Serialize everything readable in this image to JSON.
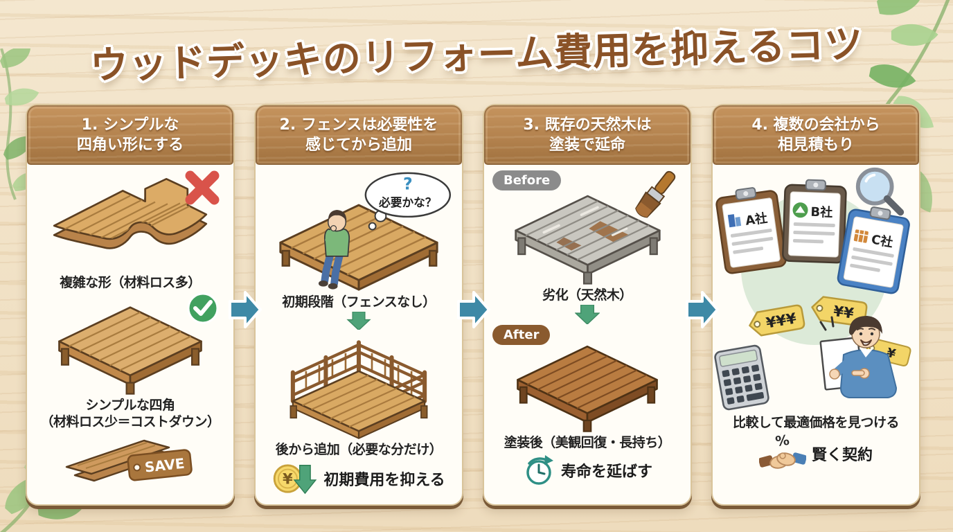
{
  "title": "ウッドデッキのリフォーム費用を抑えるコツ",
  "colors": {
    "background_wood": "#f1e3c8",
    "panel_bg": "#fffdf7",
    "header_wood": "#b3824e",
    "title_brown": "#8a5227",
    "teal_arrow": "#3e89a6",
    "green_accent": "#4fa379",
    "red_x": "#d9534a",
    "green_check": "#41a15f",
    "before_gray": "#8b8b8b",
    "after_brown": "#8a5a2e",
    "tag_yellow": "#f3d567",
    "coin_yellow": "#f7d96b"
  },
  "icons": {
    "x_mark": "×",
    "check_mark": "✓",
    "question_mark": "?",
    "yen_sign": "¥",
    "percent_sign": "%"
  },
  "panels": [
    {
      "header_line1": "1. シンプルな",
      "header_line2": "四角い形にする",
      "caption_complex": "複雑な形（材料ロス多）",
      "caption_simple_line1": "シンプルな四角",
      "caption_simple_line2": "（材料ロス少＝コストダウン）",
      "save_label": "SAVE"
    },
    {
      "header_line1": "2. フェンスは必要性を",
      "header_line2": "感じてから追加",
      "thought_question_mark": "?",
      "thought_text": "必要かな？",
      "caption_initial": "初期段階（フェンスなし）",
      "caption_later": "後から追加（必要な分だけ）",
      "coin_symbol": "¥",
      "footer_text": "初期費用を抑える"
    },
    {
      "header_line1": "3. 既存の天然木は",
      "header_line2": "塗装で延命",
      "badge_before": "Before",
      "caption_before": "劣化（天然木）",
      "badge_after": "After",
      "caption_after": "塗装後（美観回復・長持ち）",
      "footer_text": "寿命を延ばす"
    },
    {
      "header_line1": "4. 複数の会社から",
      "header_line2": "相見積もり",
      "companies": [
        {
          "name": "A社",
          "tag": "¥¥¥"
        },
        {
          "name": "B社",
          "tag": "¥¥"
        },
        {
          "name": "C社",
          "tag": "¥"
        }
      ],
      "caption": "比較して最適価格を見つける",
      "percent_sign": "%",
      "footer_text": "賢く契約"
    }
  ]
}
